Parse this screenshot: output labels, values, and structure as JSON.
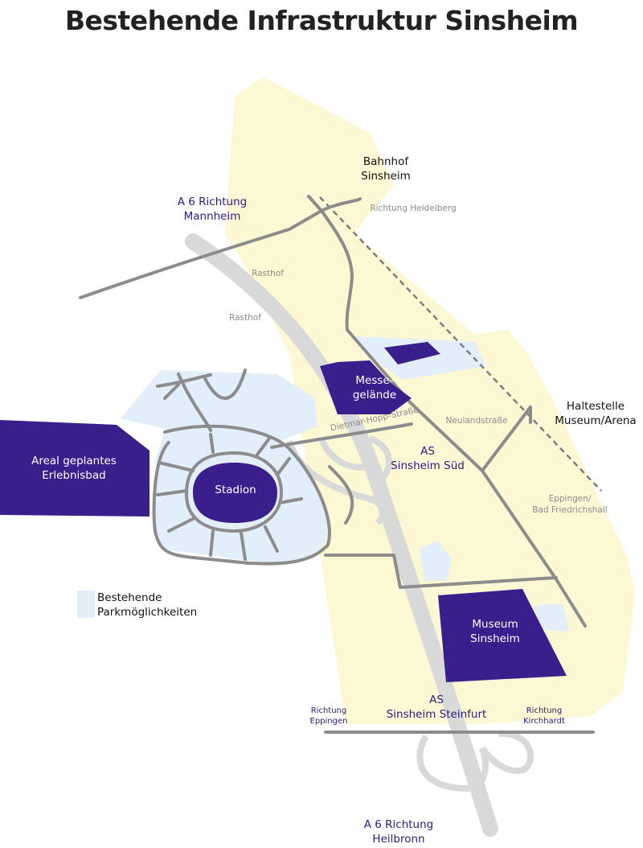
{
  "title": "Bestehende Infrastruktur Sinsheim",
  "colors": {
    "zone_yellow": "#fcf8d4",
    "parking_blue": "#e2eefa",
    "venue_purple": "#3a1e8c",
    "road_grey": "#8c8c8c",
    "motorway_grey": "#d9d9d9",
    "label_navy": "#2a1a7a"
  },
  "venues": {
    "erlebnisbad": [
      "Areal geplantes",
      "Erlebnisbad"
    ],
    "stadion": "Stadion",
    "messe": [
      "Messe-",
      "gelände"
    ],
    "museum": [
      "Museum",
      "Sinsheim"
    ]
  },
  "stops": {
    "bahnhof": [
      "Bahnhof",
      "Sinsheim"
    ],
    "haltestelle": [
      "Haltestelle",
      "Museum/Arena"
    ]
  },
  "motorway": {
    "north": [
      "A 6 Richtung",
      "Mannheim"
    ],
    "south": [
      "A 6 Richtung",
      "Heilbronn"
    ],
    "exit_sued": [
      "AS",
      "Sinsheim Süd"
    ],
    "exit_steinfurt": [
      "AS",
      "Sinsheim Steinfurt"
    ]
  },
  "small_labels": {
    "rasthof_1": "Rasthof",
    "rasthof_2": "Rasthof",
    "richtung_heidelberg": "Richtung Heidelberg",
    "neulandstrasse": "Neulandstraße",
    "dietmar_hopp": "Dietmar-Hopp-Straße",
    "eppingen_bad": [
      "Eppingen/",
      "Bad Friedrichshall"
    ]
  },
  "directions": {
    "eppingen": [
      "Richtung",
      "Eppingen"
    ],
    "kirchhardt": [
      "Richtung",
      "Kirchhardt"
    ]
  },
  "legend": {
    "parking": [
      "Bestehende",
      "Parkmöglichkeiten"
    ]
  }
}
